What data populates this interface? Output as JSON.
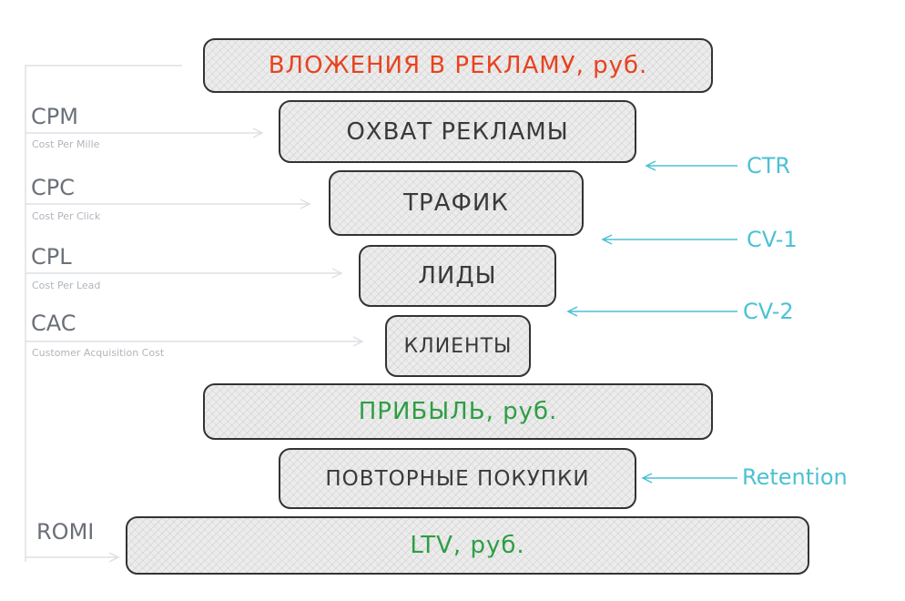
{
  "colors": {
    "red": "#e8431f",
    "green": "#2f9e44",
    "cyan": "#4cc1d4",
    "gray": "#6b7078"
  },
  "funnel": [
    {
      "label": "ВЛОЖЕНИЯ В РЕКЛАМУ, руб.",
      "color": "#e8431f"
    },
    {
      "label": "ОХВАТ РЕКЛАМЫ",
      "color": "#3a3a3a"
    },
    {
      "label": "ТРАФИК",
      "color": "#3a3a3a"
    },
    {
      "label": "ЛИДЫ",
      "color": "#3a3a3a"
    },
    {
      "label": "КЛИЕНТЫ",
      "color": "#3a3a3a"
    },
    {
      "label": "ПРИБЫЛЬ, руб.",
      "color": "#2f9e44"
    },
    {
      "label": "ПОВТОРНЫЕ ПОКУПКИ",
      "color": "#3a3a3a"
    },
    {
      "label": "LTV, руб.",
      "color": "#2f9e44"
    }
  ],
  "metrics": [
    {
      "abbr": "CPM",
      "full": "Cost Per Mille"
    },
    {
      "abbr": "CPC",
      "full": "Cost Per Click"
    },
    {
      "abbr": "CPL",
      "full": "Cost Per Lead"
    },
    {
      "abbr": "CAC",
      "full": "Customer Acquisition Cost"
    },
    {
      "abbr": "ROMI"
    }
  ],
  "conversions": [
    "CTR",
    "CV-1",
    "CV-2",
    "Retention"
  ]
}
